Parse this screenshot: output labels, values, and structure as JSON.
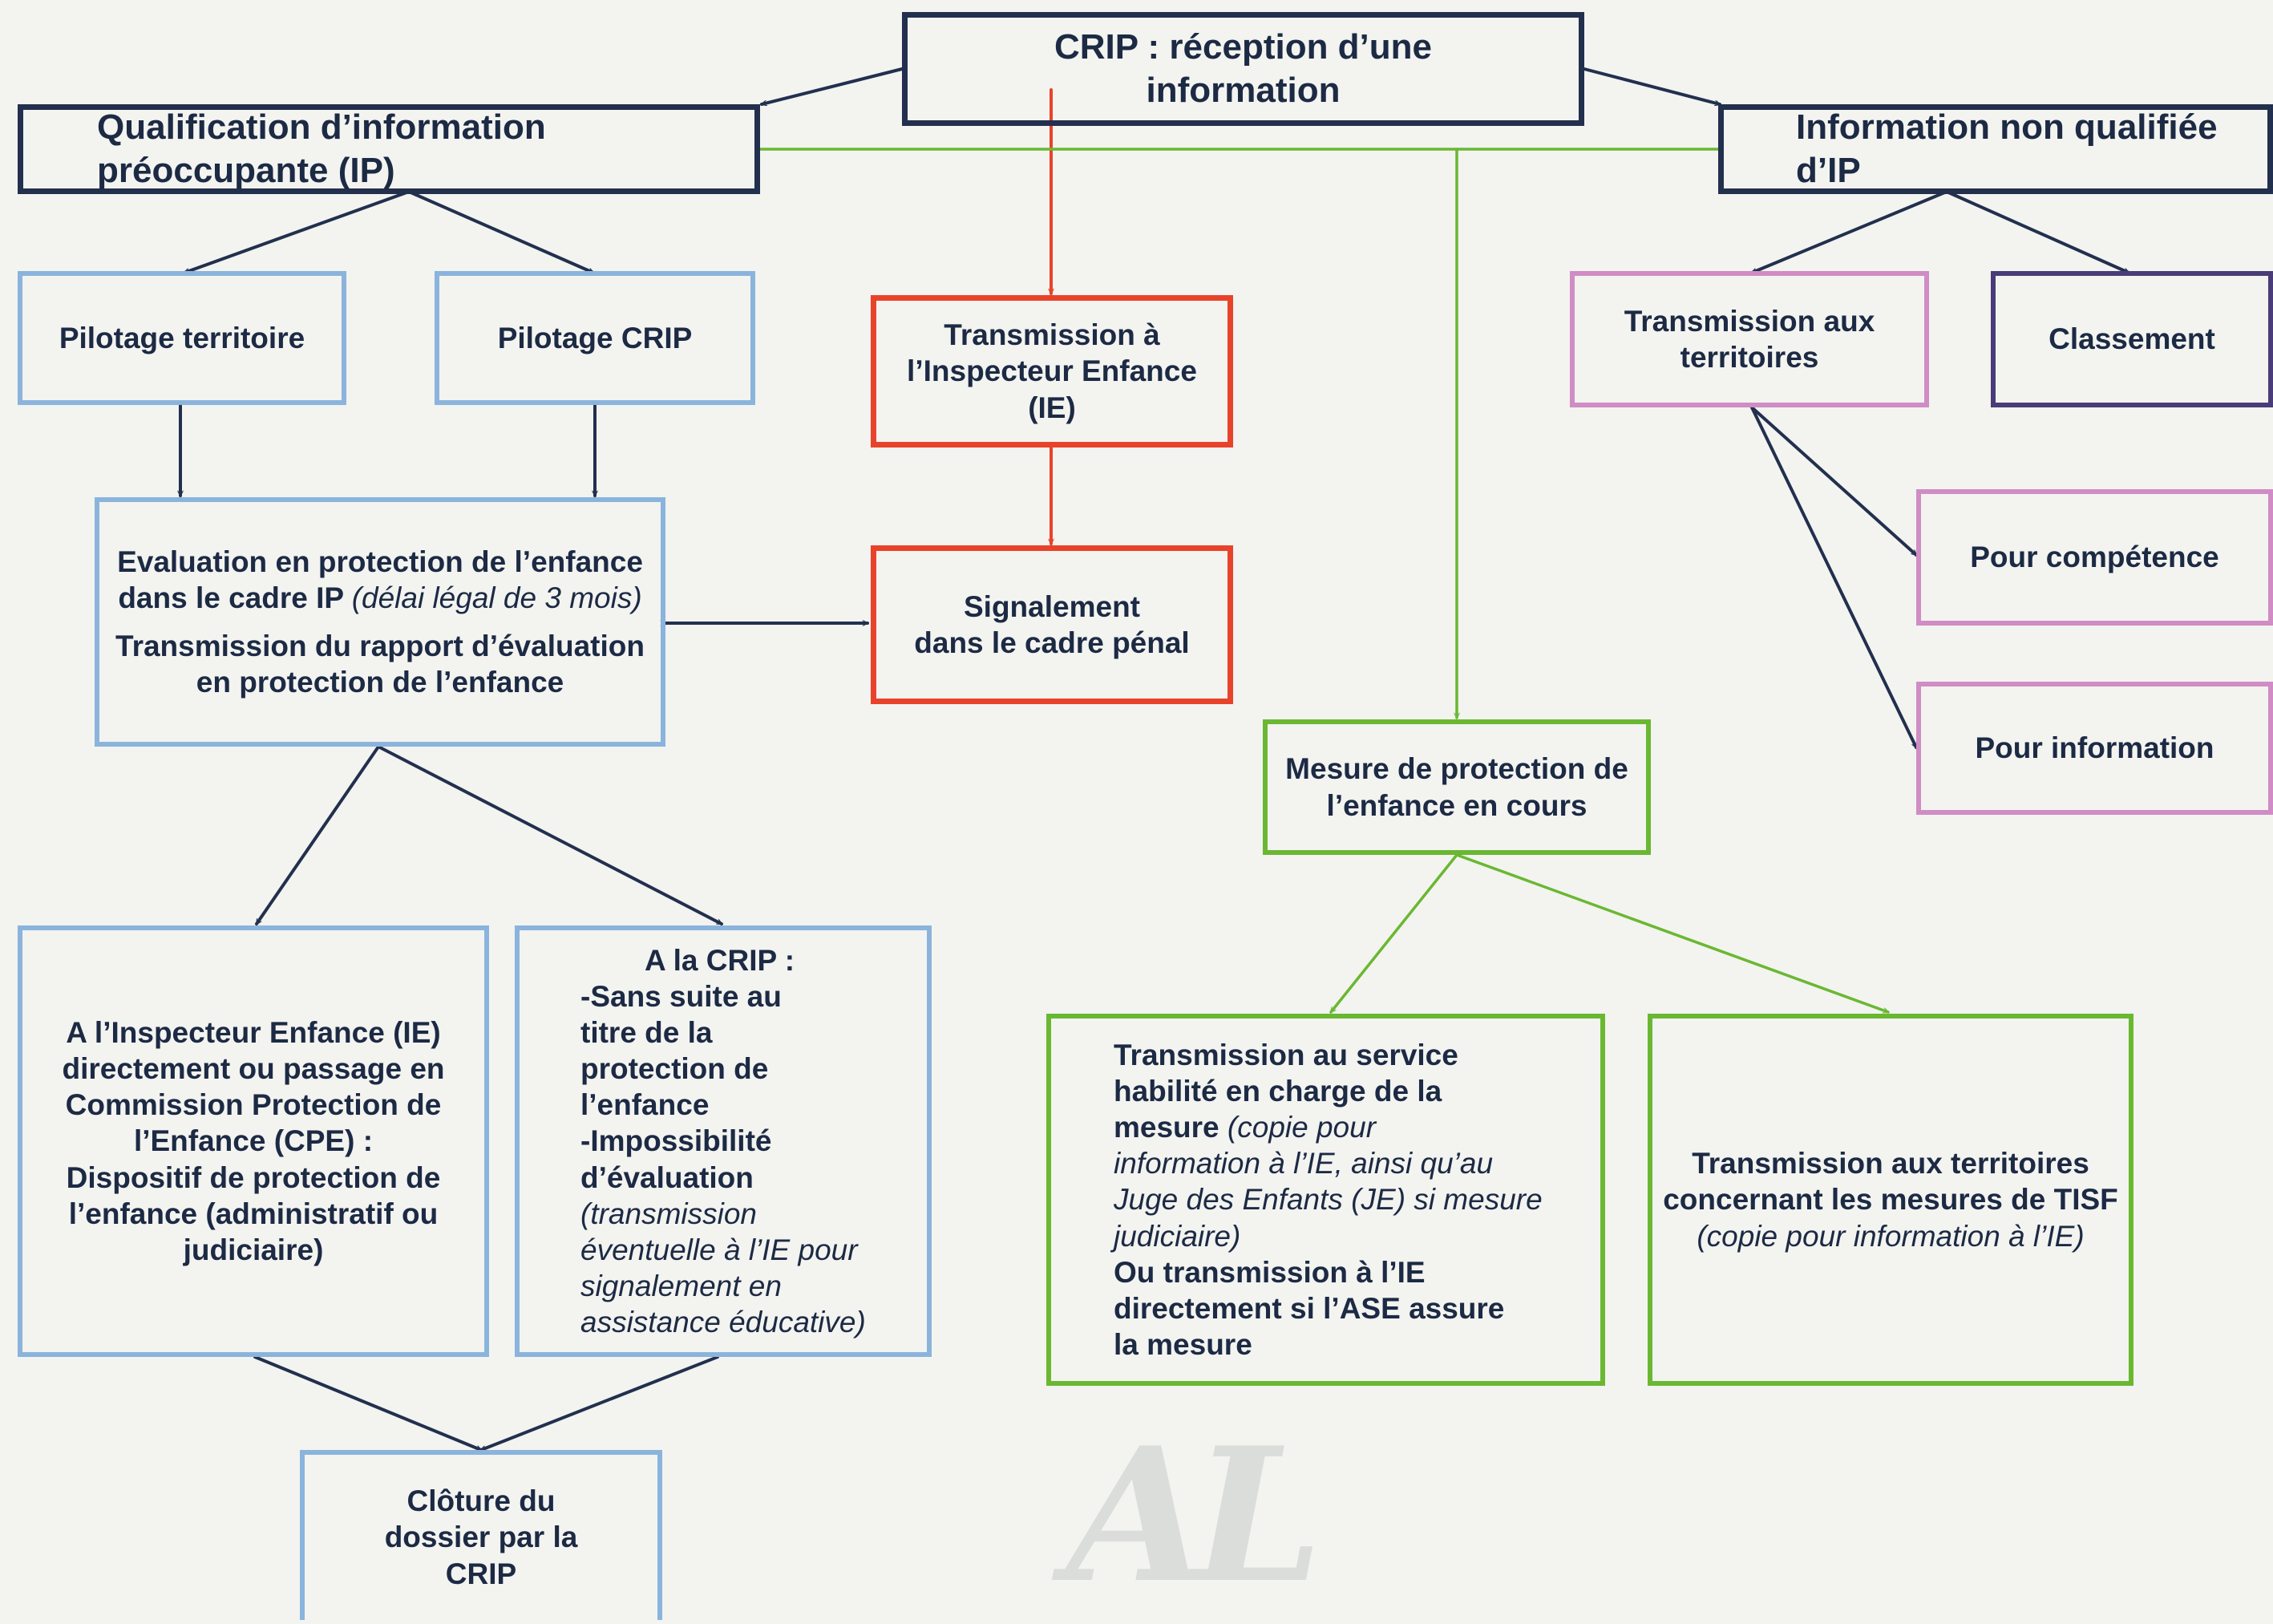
{
  "nodes": {
    "crip": {
      "line1": "CRIP : réception d’une",
      "line2": "information"
    },
    "qualif": {
      "line1": "Qualification d’information",
      "line2": "préoccupante (IP)"
    },
    "non_qualif": {
      "line1": "Information non qualifiée",
      "line2": "d’IP"
    },
    "pilotage_territoire": {
      "label": "Pilotage territoire"
    },
    "pilotage_crip": {
      "label": "Pilotage CRIP"
    },
    "transmission_ie": {
      "line1": "Transmission à",
      "line2": "l’Inspecteur Enfance",
      "line3": "(IE)"
    },
    "transmission_territoires": {
      "line1": "Transmission aux",
      "line2": "territoires"
    },
    "classement": {
      "label": "Classement"
    },
    "pour_competence": {
      "label": "Pour compétence"
    },
    "pour_information": {
      "label": "Pour information"
    },
    "evaluation": {
      "line1": "Evaluation en protection de l’enfance",
      "line2_bold": "dans le cadre IP",
      "line2_italic": "(délai légal de 3 mois)",
      "line3": "Transmission du rapport d’évaluation",
      "line4": "en protection de l’enfance"
    },
    "signalement": {
      "line1": "Signalement",
      "line2": "dans le cadre pénal"
    },
    "mesure_en_cours": {
      "line1": "Mesure de protection de",
      "line2": "l’enfance en cours"
    },
    "ie_direct": {
      "line1": "A l’Inspecteur Enfance (IE)",
      "line2": "directement ou passage en",
      "line3": "Commission Protection de",
      "line4": "l’Enfance (CPE) :",
      "line5": "Dispositif de protection de",
      "line6": "l’enfance (administratif ou",
      "line7": "judiciaire)"
    },
    "a_la_crip": {
      "line1": "A la CRIP :",
      "line2": "-Sans suite au",
      "line3": "titre de la",
      "line4": "protection de",
      "line5": "l’enfance",
      "line6": "-Impossibilité",
      "line7": "d’évaluation",
      "line8": "(transmission",
      "line9": "éventuelle à l’IE pour",
      "line10": "signalement en",
      "line11": "assistance éducative)"
    },
    "service_habilite": {
      "line1": "Transmission au service",
      "line2": "habilité en charge de la",
      "line3_bold": "mesure",
      "line3_italic": "(copie pour",
      "line4": "information à l’IE, ainsi qu’au",
      "line5": "Juge des Enfants (JE) si mesure",
      "line6": "judiciaire)",
      "line7": "Ou transmission à l’IE",
      "line8": "directement si l’ASE assure",
      "line9": "la mesure"
    },
    "tisf": {
      "line1": "Transmission aux territoires",
      "line2": "concernant les mesures de TISF",
      "line3": "(copie pour information à l’IE)"
    },
    "cloture": {
      "line1": "Clôture du",
      "line2": "dossier par la",
      "line3": "CRIP"
    }
  },
  "colors": {
    "navy": "#22304e",
    "blue": "#8ab4dc",
    "red": "#e8432a",
    "green": "#6ab832",
    "pink": "#d08cc4",
    "purple": "#4a3c78"
  }
}
